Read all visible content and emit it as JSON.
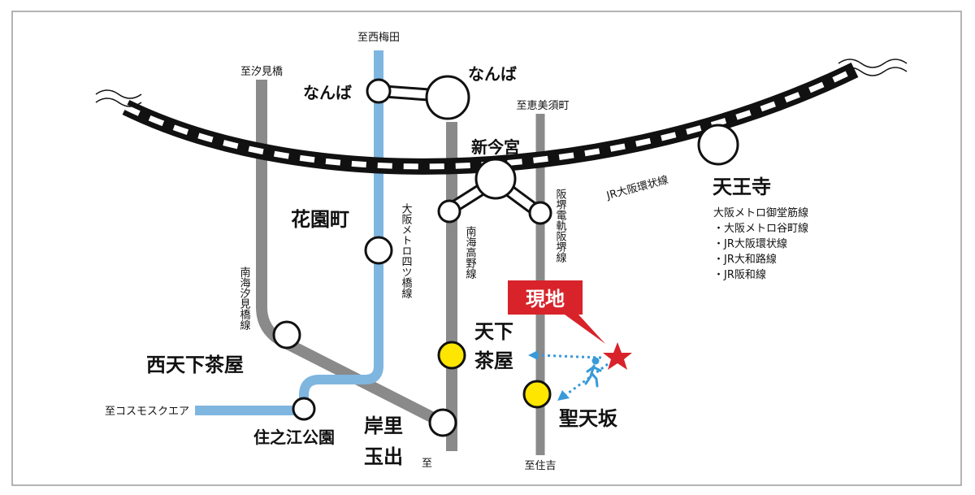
{
  "to_labels": {
    "nishi_umeda": "至西梅田",
    "shiomibashi": "至汐見橋",
    "ebisucho": "至恵美須町",
    "cosmo_square": "至コスモスクエア",
    "sumiyoshi": "至住吉",
    "kishinosato_to": "至"
  },
  "lines": {
    "yotsubashi": "大阪メトロ四ツ橋線",
    "koya": "南海高野線",
    "hankai": "阪堺電軌阪堺線",
    "shiomibashi": "南海汐見橋線",
    "loop": "JR大阪環状線"
  },
  "stations": {
    "namba_small": "なんば",
    "namba_big": "なんば",
    "shin_imamiya": "新今宮",
    "tennoji": "天王寺",
    "hanazonocho": "花園町",
    "nishi_tengachaya": "西天下茶屋",
    "tengachaya_1": "天下",
    "tengachaya_2": "茶屋",
    "sumino_e_koen": "住之江公園",
    "kishinosato_1": "岸里",
    "kishinosato_2": "玉出",
    "seitensaka": "聖天坂"
  },
  "tennoji_lines": [
    "大阪メトロ御堂筋線",
    "・大阪メトロ谷町線",
    "・JR大阪環状線",
    "・JR大和路線",
    "・JR阪和線"
  ],
  "site_label": "現地",
  "colors": {
    "metro_blue": "#7fb6e0",
    "rail_gray": "#8a8a8a",
    "station_yellow": "#ffe600",
    "site_red": "#d8232a",
    "walk_blue": "#3a9ad9"
  }
}
